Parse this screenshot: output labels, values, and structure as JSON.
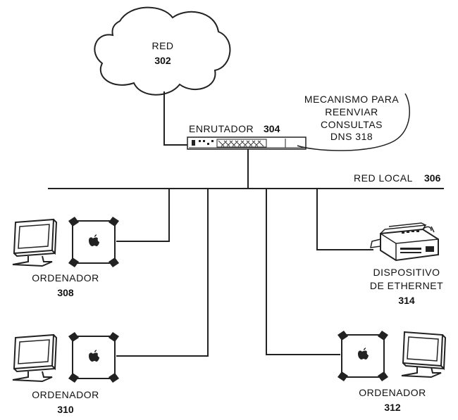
{
  "network": {
    "name": "RED",
    "ref": "302"
  },
  "router": {
    "name": "ENRUTADOR",
    "ref": "304"
  },
  "dns_mechanism": {
    "lines": [
      "MECANISMO PARA",
      "REENVIAR",
      "CONSULTAS"
    ],
    "last_line": "DNS 318"
  },
  "lan": {
    "name": "RED LOCAL",
    "ref": "306"
  },
  "computer_308": {
    "name": "ORDENADOR",
    "ref": "308"
  },
  "computer_310": {
    "name": "ORDENADOR",
    "ref": "310"
  },
  "computer_312": {
    "name": "ORDENADOR",
    "ref": "312"
  },
  "ethernet_device": {
    "lines": [
      "DISPOSITIVO",
      "DE ETHERNET"
    ],
    "ref": "314"
  }
}
